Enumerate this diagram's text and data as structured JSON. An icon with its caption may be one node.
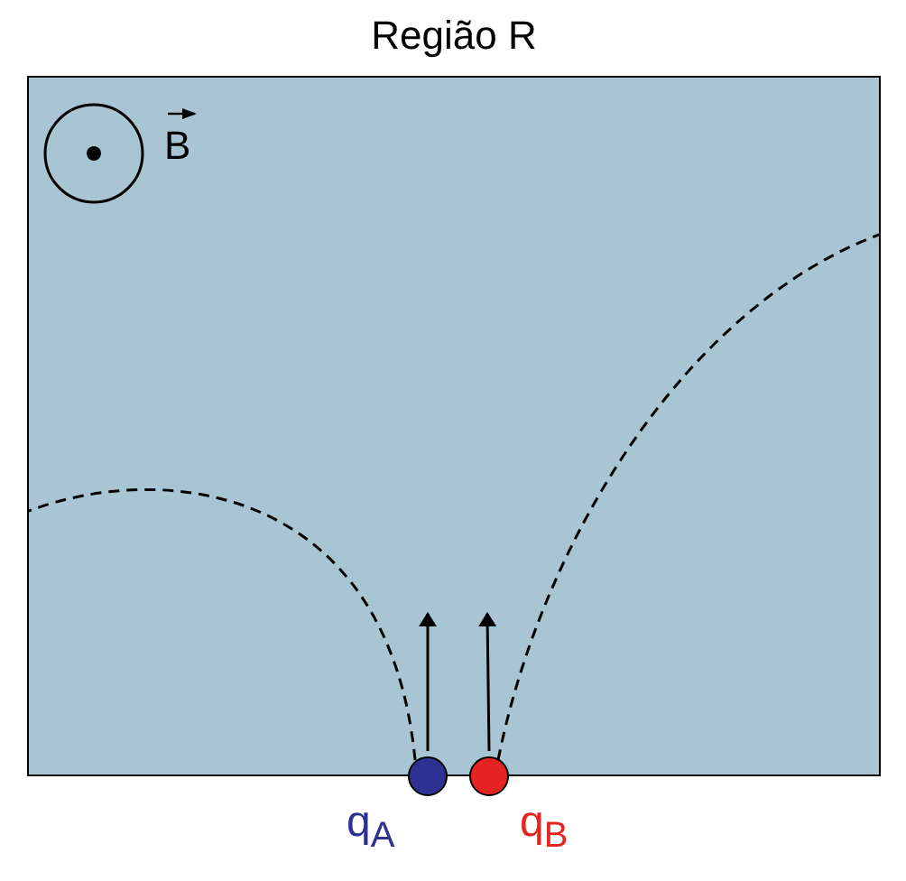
{
  "diagram": {
    "nodes": [
      {
        "text": [
          "Região R"
        ]
      },
      {
        "text": [],
        "shape": "circle",
        "beside": [
          "q$_{A}$"
        ]
      },
      {
        "text": [],
        "shape": "circle",
        "beside": [
          "q$_{B}$"
        ]
      }
    ],
    "edges": [
      {
        "from": 1,
        "to": 0,
        "arrow": "none",
        "style": "dashed"
      },
      {
        "from": 2,
        "to": 0,
        "arrow": "none",
        "style": "dashed"
      }
    ],
    "labels": [
      "B"
    ]
  }
}
